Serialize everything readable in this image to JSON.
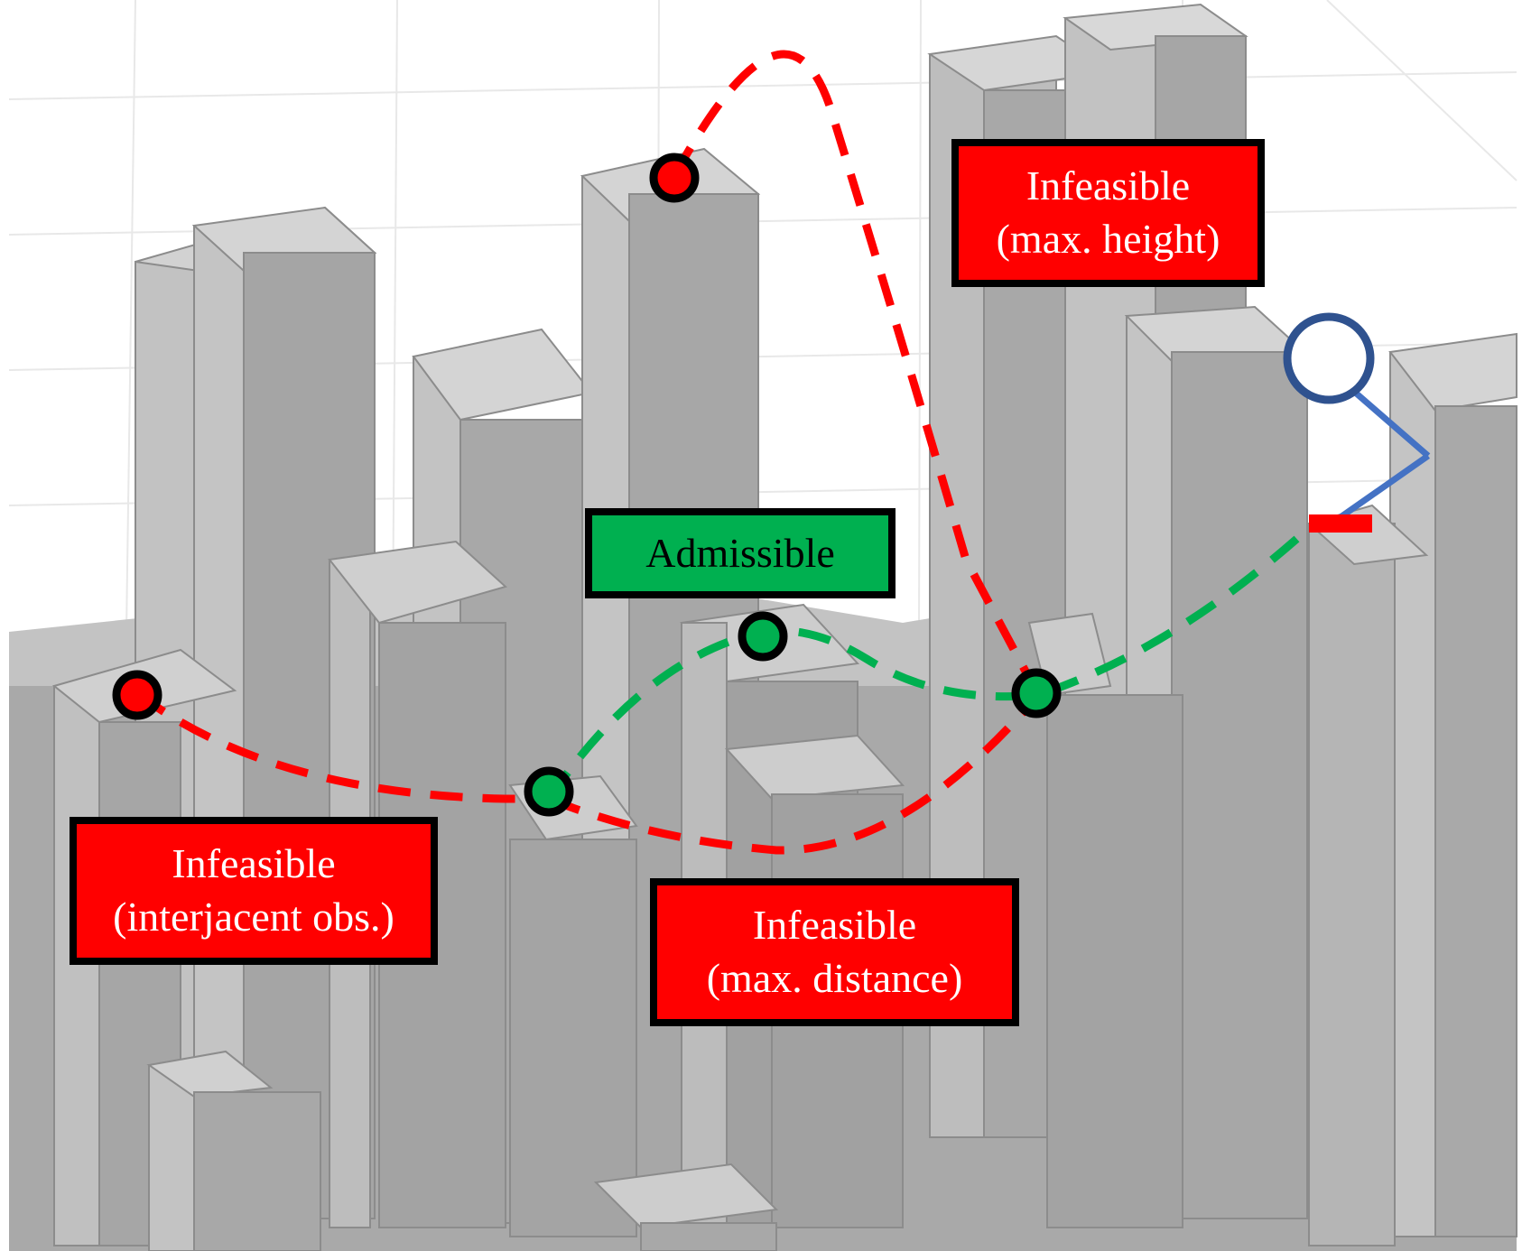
{
  "colors": {
    "infeasible_fill": "#ff0000",
    "admissible_fill": "#00b050",
    "label_border": "#000000",
    "building_fill": "#b8b8b8",
    "building_shadow": "#9e9e9e",
    "building_top": "#d2d2d2",
    "grid_line": "#e6e6e6",
    "infeasible_path": "#ff0000",
    "admissible_path": "#00b050",
    "agent_marker": "#2f528f",
    "agent_arm": "#4472c4"
  },
  "labels": {
    "max_height": {
      "line1": "Infeasible",
      "line2": "(max. height)"
    },
    "admissible": {
      "line1": "Admissible"
    },
    "interjacent": {
      "line1": "Infeasible",
      "line2": "(interjacent obs.)"
    },
    "max_distance": {
      "line1": "Infeasible",
      "line2": "(max. distance)"
    }
  },
  "markers": {
    "waypoint_icon": "circle-marker",
    "agent_icon": "hollow-circle-marker"
  }
}
